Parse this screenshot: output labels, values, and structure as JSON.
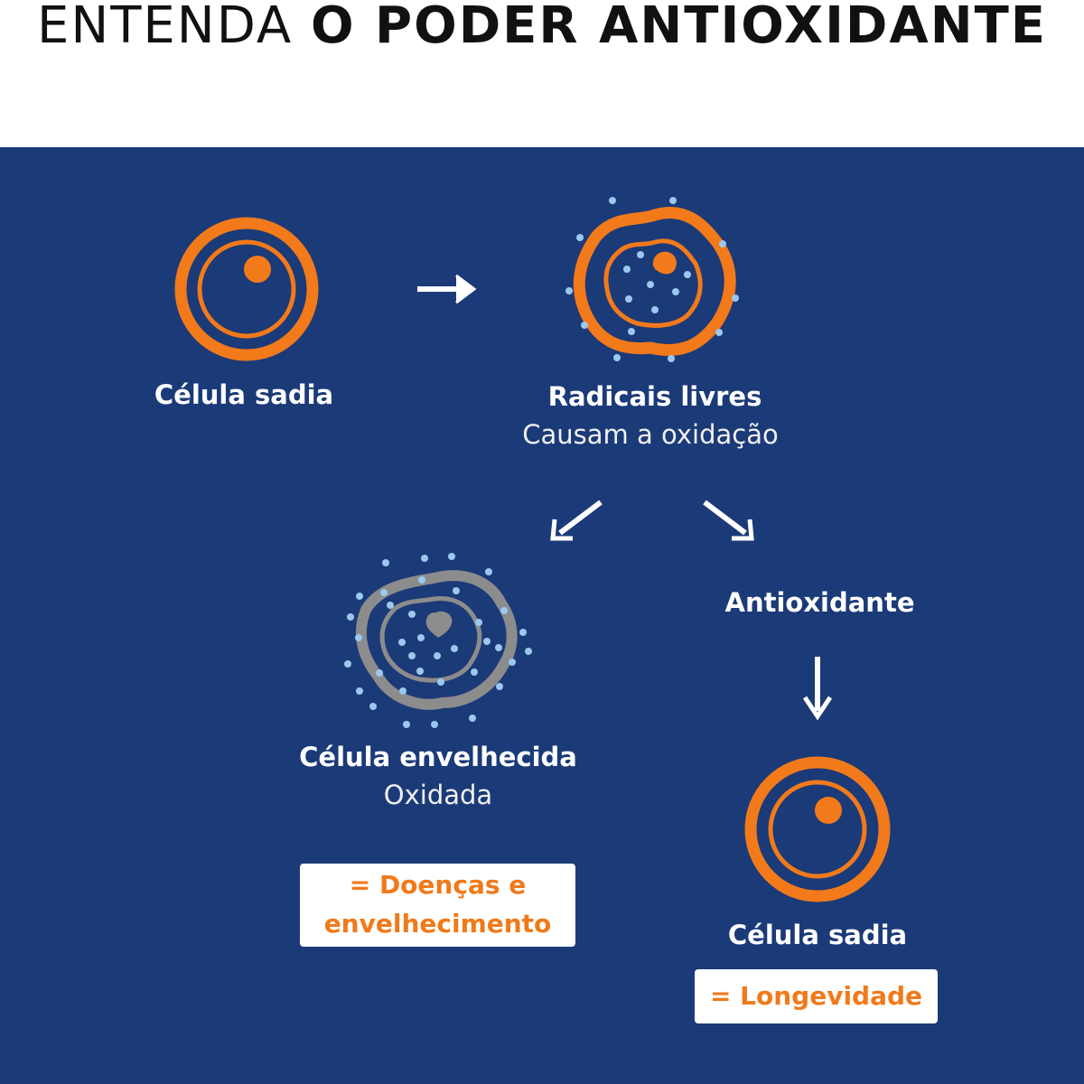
{
  "title": {
    "light": "ENTENDA ",
    "bold": "O PODER ANTIOXIDANTE"
  },
  "colors": {
    "background": "#1b3a78",
    "accent": "#f27a1a",
    "radical_dots": "#9cc8f0",
    "oxidized": "#8c8c8c"
  },
  "steps": {
    "healthy_cell": {
      "title": "Célula sadia"
    },
    "free_radicals": {
      "title": "Radicais livres",
      "subtitle": "Causam a oxidação"
    },
    "aged_cell": {
      "title": "Célula envelhecida",
      "subtitle": "Oxidada"
    },
    "antioxidant": {
      "title": "Antioxidante"
    },
    "healthy_result": {
      "title": "Célula sadia"
    }
  },
  "outcomes": {
    "bad_line1": "= Doenças e",
    "bad_line2": "envelhecimento",
    "good": "= Longevidade"
  }
}
